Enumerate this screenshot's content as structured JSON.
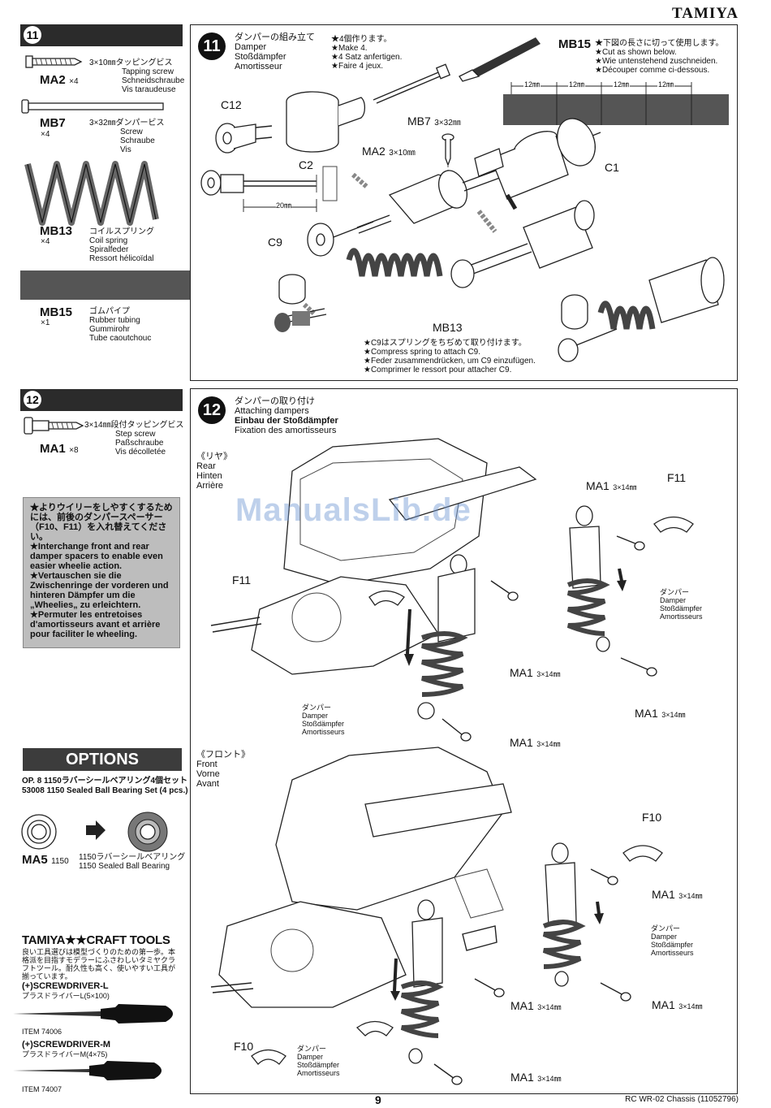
{
  "brand": "TAMIYA",
  "watermark": "ManualsLib.de",
  "page_number": "9",
  "footer": "RC WR-02 Chassis (11052796)",
  "step11": {
    "number": "11",
    "parts": [
      {
        "code": "MA2",
        "qty": "×4",
        "size_jp": "3×10㎜タッピングビス",
        "en": "Tapping screw",
        "de": "Schneidschraube",
        "fr": "Vis taraudeuse"
      },
      {
        "code": "MB7",
        "qty": "×4",
        "size_jp": "3×32㎜ダンパービス",
        "en": "Screw",
        "de": "Schraube",
        "fr": "Vis"
      },
      {
        "code": "MB13",
        "qty": "×4",
        "size_jp": "コイルスプリング",
        "en": "Coil spring",
        "de": "Spiralfeder",
        "fr": "Ressort hélicoïdal"
      },
      {
        "code": "MB15",
        "qty": "×1",
        "size_jp": "ゴムパイプ",
        "en": "Rubber tubing",
        "de": "Gummirohr",
        "fr": "Tube caoutchouc"
      }
    ],
    "title_jp": "ダンパーの組み立て",
    "title_en": "Damper",
    "title_de": "Stoßdämpfer",
    "title_fr": "Amortisseur",
    "make_jp": "★4個作ります。",
    "make_en": "★Make 4.",
    "make_de": "★4 Satz anfertigen.",
    "make_fr": "★Faire 4 jeux.",
    "mb15_label": "MB15",
    "cut_jp": "★下図の長さに切って使用します。",
    "cut_en": "★Cut as shown below.",
    "cut_de": "★Wie untenstehend zuschneiden.",
    "cut_fr": "★Découper comme ci-dessous.",
    "cut_dims": [
      "12㎜",
      "12㎜",
      "12㎜",
      "12㎜"
    ],
    "labels": {
      "c12": "C12",
      "c2": "C2",
      "c1": "C1",
      "c9": "C9",
      "mb7": "MB7",
      "mb7_size": "3×32㎜",
      "ma2": "MA2",
      "ma2_size": "3×10㎜",
      "mb13": "MB13",
      "dim20": "20㎜"
    },
    "spring_jp": "★C9はスプリングをちぢめて取り付けます。",
    "spring_en": "★Compress spring to attach C9.",
    "spring_de": "★Feder zusammendrücken, um C9 einzufügen.",
    "spring_fr": "★Comprimer le ressort pour attacher C9."
  },
  "step12": {
    "number": "12",
    "part": {
      "code": "MA1",
      "qty": "×8",
      "size_jp": "3×14㎜段付タッピングビス",
      "en": "Step screw",
      "de": "Paßschraube",
      "fr": "Vis décolletée"
    },
    "tip": {
      "jp": "★よりウイリーをしやすくするためには、前後のダンパースペーサー（F10、F11）を入れ替えてください。",
      "en": "★Interchange front and rear damper spacers to enable even easier wheelie action.",
      "de": "★Vertauschen sie die Zwischenringe der vorderen und hinteren Dämpfer um die „Wheelies„ zu erleichtern.",
      "fr": "★Permuter les entretoises d'amortisseurs avant et arrière pour faciliter le wheeling."
    },
    "title_jp": "ダンパーの取り付け",
    "title_en": "Attaching dampers",
    "title_de": "Einbau der Stoßdämpfer",
    "title_fr": "Fixation des amortisseurs",
    "rear": {
      "jp": "《リヤ》",
      "en": "Rear",
      "de": "Hinten",
      "fr": "Arrière"
    },
    "front": {
      "jp": "《フロント》",
      "en": "Front",
      "de": "Vorne",
      "fr": "Avant"
    },
    "f11": "F11",
    "f10": "F10",
    "ma1": "MA1",
    "ma1_size": "3×14㎜",
    "damper": {
      "jp": "ダンパー",
      "en": "Damper",
      "de": "Stoßdämpfer",
      "fr": "Amortisseurs"
    }
  },
  "options": {
    "title": "OPTIONS",
    "line1": "OP. 8 1150ラバーシールベアリング4個セット",
    "line2": "53008 1150 Sealed Ball Bearing Set (4 pcs.)",
    "part_code": "MA5",
    "part_size": "1150",
    "replacement_jp": "1150ラバーシールベアリング",
    "replacement_en": "1150 Sealed Ball Bearing"
  },
  "craft_tools": {
    "title": "TAMIYA★★CRAFT TOOLS",
    "desc": "良い工具選びは模型づくりのための第一歩。本格派を目指すモデラーにふさわしいタミヤクラフトツール。耐久性も高く、使いやすい工具が揃っています。",
    "tool1_name": "(+)SCREWDRIVER-L",
    "tool1_jp": "プラスドライバーL(5×100)",
    "tool1_item": "ITEM 74006",
    "tool2_name": "(+)SCREWDRIVER-M",
    "tool2_jp": "プラスドライバーM(4×75)",
    "tool2_item": "ITEM 74007"
  }
}
